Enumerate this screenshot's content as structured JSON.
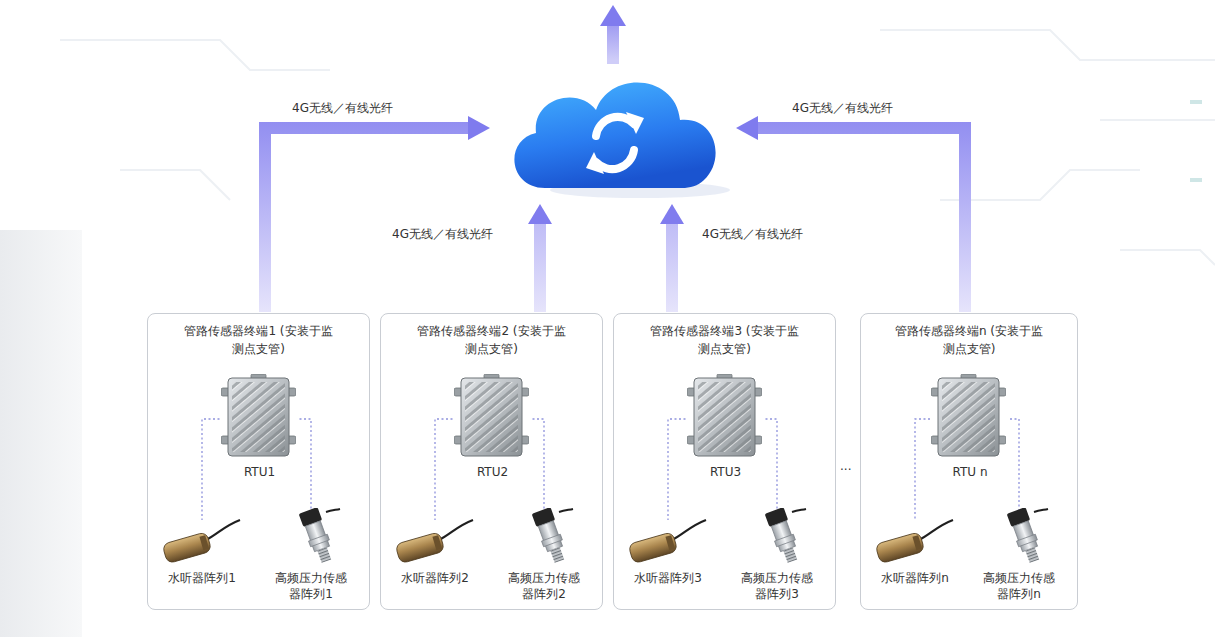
{
  "diagram": {
    "nodes": [
      {
        "text": [
          "管路传感器终端1 (安装于监测点支管)"
        ]
      },
      {
        "text": [
          "RTU1"
        ],
        "in": 0
      },
      {
        "text": [
          "水听器阵列1"
        ],
        "in": 0
      },
      {
        "text": [
          "高频压力传感器阵列1"
        ],
        "in": 0
      },
      {
        "text": [
          "管路传感器终端2 (安装于监测点支管)"
        ]
      },
      {
        "text": [
          "RTU2"
        ],
        "in": 4
      },
      {
        "text": [
          "水听器阵列2"
        ],
        "in": 4
      },
      {
        "text": [
          "高频压力传感器阵列2"
        ],
        "in": 4
      },
      {
        "text": [
          "管路传感器终端3 (安装于监测点支管)"
        ]
      },
      {
        "text": [
          "RTU3"
        ],
        "in": 8
      },
      {
        "text": [
          "水听器阵列3"
        ],
        "in": 8
      },
      {
        "text": [
          "高频压力传感器阵列3"
        ],
        "in": 8
      },
      {
        "text": [
          "管路传感器终端n (安装于监测点支管)"
        ]
      },
      {
        "text": [
          "RTU n"
        ],
        "in": 12
      },
      {
        "text": [
          "水听器阵列n"
        ],
        "in": 12
      },
      {
        "text": [
          "高频压力传感器阵列n"
        ],
        "in": 12
      }
    ],
    "edges": [
      {
        "from": 1,
        "to": 2,
        "arrow": "none"
      },
      {
        "from": 1,
        "to": 3,
        "arrow": "none"
      },
      {
        "from": 5,
        "to": 6,
        "arrow": "none"
      },
      {
        "from": 5,
        "to": 7,
        "arrow": "none"
      },
      {
        "from": 9,
        "to": 10,
        "arrow": "none"
      },
      {
        "from": 9,
        "to": 11,
        "arrow": "none"
      },
      {
        "from": 13,
        "to": 14,
        "arrow": "none"
      },
      {
        "from": 13,
        "to": 15,
        "arrow": "none"
      }
    ],
    "labels": [
      "4G无线／有线光纤",
      "4G无线／有线光纤",
      "4G无线／有线光纤",
      "4G无线／有线光纤",
      "···"
    ]
  }
}
